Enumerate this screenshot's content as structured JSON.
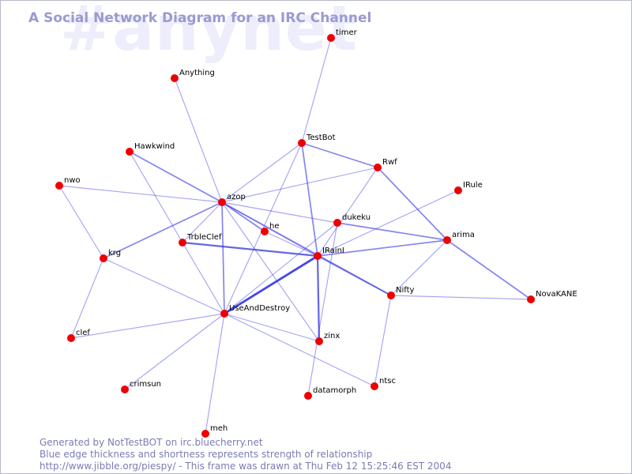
{
  "watermark": "#anynet",
  "title": "A Social Network Diagram for an IRC Channel",
  "colors": {
    "node": "#ee0000",
    "edge": "#3a3ae6",
    "title": "#9a9ad0",
    "watermark": "#ededfb",
    "footer": "#7b7bb4"
  },
  "nodes": [
    {
      "id": "timer",
      "label": "timer"
    },
    {
      "id": "Anything",
      "label": "Anything"
    },
    {
      "id": "TestBot",
      "label": "TestBot"
    },
    {
      "id": "Hawkwind",
      "label": "Hawkwind"
    },
    {
      "id": "Rwf",
      "label": "Rwf"
    },
    {
      "id": "nwo",
      "label": "nwo"
    },
    {
      "id": "IRule",
      "label": "IRule"
    },
    {
      "id": "azop",
      "label": "azop"
    },
    {
      "id": "dukeku",
      "label": "dukeku"
    },
    {
      "id": "he",
      "label": "he"
    },
    {
      "id": "TrbleClef",
      "label": "TrbleClef"
    },
    {
      "id": "arima",
      "label": "arima"
    },
    {
      "id": "krg",
      "label": "krg"
    },
    {
      "id": "IRainI",
      "label": "IRainI"
    },
    {
      "id": "Nifty",
      "label": "Nifty"
    },
    {
      "id": "NovaKANE",
      "label": "NovaKANE"
    },
    {
      "id": "UseAndDestroy",
      "label": "UseAndDestroy"
    },
    {
      "id": "clef",
      "label": "clef"
    },
    {
      "id": "zinx",
      "label": "zinx"
    },
    {
      "id": "ntsc",
      "label": "ntsc"
    },
    {
      "id": "crimsun",
      "label": "crimsun"
    },
    {
      "id": "datamorph",
      "label": "datamorph"
    },
    {
      "id": "meh",
      "label": "meh"
    }
  ],
  "edges": [
    {
      "from": "timer",
      "to": "TestBot",
      "weight": 1
    },
    {
      "from": "Anything",
      "to": "azop",
      "weight": 1
    },
    {
      "from": "TestBot",
      "to": "Rwf",
      "weight": 2
    },
    {
      "from": "TestBot",
      "to": "azop",
      "weight": 1
    },
    {
      "from": "TestBot",
      "to": "IRainI",
      "weight": 2
    },
    {
      "from": "TestBot",
      "to": "UseAndDestroy",
      "weight": 1
    },
    {
      "from": "Hawkwind",
      "to": "azop",
      "weight": 2
    },
    {
      "from": "Hawkwind",
      "to": "TrbleClef",
      "weight": 1
    },
    {
      "from": "Rwf",
      "to": "azop",
      "weight": 1
    },
    {
      "from": "Rwf",
      "to": "arima",
      "weight": 2
    },
    {
      "from": "Rwf",
      "to": "IRainI",
      "weight": 1
    },
    {
      "from": "nwo",
      "to": "azop",
      "weight": 1
    },
    {
      "from": "nwo",
      "to": "krg",
      "weight": 1
    },
    {
      "from": "IRule",
      "to": "IRainI",
      "weight": 1
    },
    {
      "from": "azop",
      "to": "krg",
      "weight": 2
    },
    {
      "from": "azop",
      "to": "he",
      "weight": 2
    },
    {
      "from": "azop",
      "to": "TrbleClef",
      "weight": 1
    },
    {
      "from": "azop",
      "to": "UseAndDestroy",
      "weight": 2
    },
    {
      "from": "azop",
      "to": "dukeku",
      "weight": 1
    },
    {
      "from": "azop",
      "to": "IRainI",
      "weight": 1
    },
    {
      "from": "azop",
      "to": "Nifty",
      "weight": 2
    },
    {
      "from": "azop",
      "to": "zinx",
      "weight": 1
    },
    {
      "from": "dukeku",
      "to": "arima",
      "weight": 2
    },
    {
      "from": "dukeku",
      "to": "UseAndDestroy",
      "weight": 1
    },
    {
      "from": "dukeku",
      "to": "datamorph",
      "weight": 1
    },
    {
      "from": "he",
      "to": "IRainI",
      "weight": 1
    },
    {
      "from": "TrbleClef",
      "to": "IRainI",
      "weight": 3
    },
    {
      "from": "TrbleClef",
      "to": "UseAndDestroy",
      "weight": 1
    },
    {
      "from": "arima",
      "to": "IRainI",
      "weight": 2
    },
    {
      "from": "arima",
      "to": "NovaKANE",
      "weight": 2
    },
    {
      "from": "arima",
      "to": "Nifty",
      "weight": 1
    },
    {
      "from": "krg",
      "to": "clef",
      "weight": 1
    },
    {
      "from": "krg",
      "to": "UseAndDestroy",
      "weight": 1
    },
    {
      "from": "IRainI",
      "to": "UseAndDestroy",
      "weight": 4
    },
    {
      "from": "IRainI",
      "to": "zinx",
      "weight": 3
    },
    {
      "from": "IRainI",
      "to": "Nifty",
      "weight": 2
    },
    {
      "from": "Nifty",
      "to": "NovaKANE",
      "weight": 1
    },
    {
      "from": "Nifty",
      "to": "ntsc",
      "weight": 1
    },
    {
      "from": "UseAndDestroy",
      "to": "clef",
      "weight": 1
    },
    {
      "from": "UseAndDestroy",
      "to": "crimsun",
      "weight": 1
    },
    {
      "from": "UseAndDestroy",
      "to": "meh",
      "weight": 1
    },
    {
      "from": "UseAndDestroy",
      "to": "zinx",
      "weight": 1
    },
    {
      "from": "UseAndDestroy",
      "to": "ntsc",
      "weight": 1
    }
  ],
  "footer": {
    "line1": "Generated by NotTestBOT on irc.bluecherry.net",
    "line2": "Blue edge thickness and shortness represents strength of relationship",
    "line3": "http://www.jibble.org/piespy/ - This frame was drawn at Thu Feb 12 15:25:46 EST 2004"
  }
}
